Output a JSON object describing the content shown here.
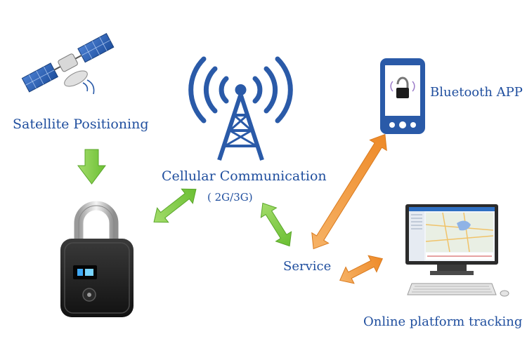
{
  "nodes": {
    "satellite": {
      "label": "Satellite Positioning",
      "icon": "satellite-icon"
    },
    "cellular": {
      "label": "Cellular Communication",
      "sublabel": "( 2G/3G)",
      "icon": "cell-tower-icon"
    },
    "bluetooth": {
      "label": "Bluetooth APP",
      "icon": "smartphone-icon"
    },
    "service": {
      "label": "Service"
    },
    "platform": {
      "label": "Online platform tracking",
      "icon": "monitor-icon"
    },
    "lock": {
      "icon": "padlock-icon"
    }
  },
  "colors": {
    "text": "#1f4e9e",
    "tower": "#2a5aa8",
    "green_arrow": "#7ac943",
    "orange_arrow": "#f39a3b",
    "lock_body": "#1c1c1c"
  }
}
